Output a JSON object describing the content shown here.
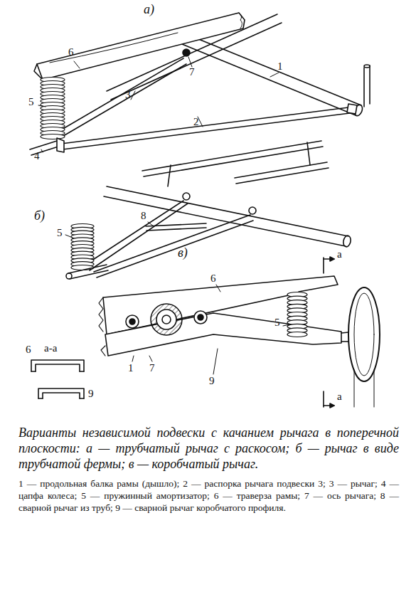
{
  "diagram": {
    "caption": "Варианты независимой подвески с качанием рычага в поперечной плоскости: а — трубчатый рычаг с раскосом; б — рычаг в виде трубчатой фермы; в — коробчатый рычаг.",
    "labels": [
      "а)",
      "6",
      "7",
      "1",
      "5",
      "3",
      "2",
      "4",
      "б)",
      "8",
      "5",
      "в)",
      "а",
      "6",
      "5",
      "а-а",
      "6",
      "1",
      "7",
      "9",
      "а",
      "9",
      "1 — продольная балка рамы (дышло); 2 — распорка рычага подвески 3; 3 — рычаг; 4 — цапфа колеса; 5 — пружинный амортизатор; 6 — траверза рамы; 7 — ось рычага; 8 — сварной рычаг из труб; 9 — сварной рычаг коробчатого профиля."
    ]
  }
}
